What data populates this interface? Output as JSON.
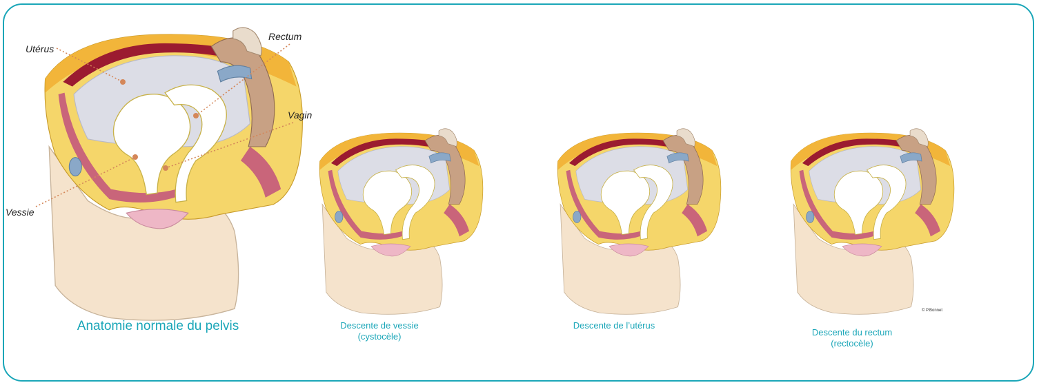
{
  "labels": {
    "uterus": "Utérus",
    "rectum": "Rectum",
    "vagin": "Vagin",
    "vessie": "Vessie"
  },
  "captions": {
    "normal": "Anatomie normale du pelvis",
    "cystocele_line1": "Descente de vessie",
    "cystocele_line2": "(cystocèle)",
    "uterus_prolapse": "Descente de l’utérus",
    "rectocele_line1": "Descente du rectum",
    "rectocele_line2": "(rectocèle)"
  },
  "credit": "© P.Bonnet",
  "colors": {
    "frame": "#1aa6b8",
    "caption": "#1aa6b8",
    "leader": "#d4875a",
    "skin": "#f5e3cc",
    "fat": "#f5d66a",
    "muscle": "#c9657a",
    "peritoneum_band": "#9b1b30",
    "bladder_fill": "#dcdde6",
    "sacrum": "#c8a184",
    "disc": "#8aa8c8",
    "vulva": "#eeb7c6"
  }
}
